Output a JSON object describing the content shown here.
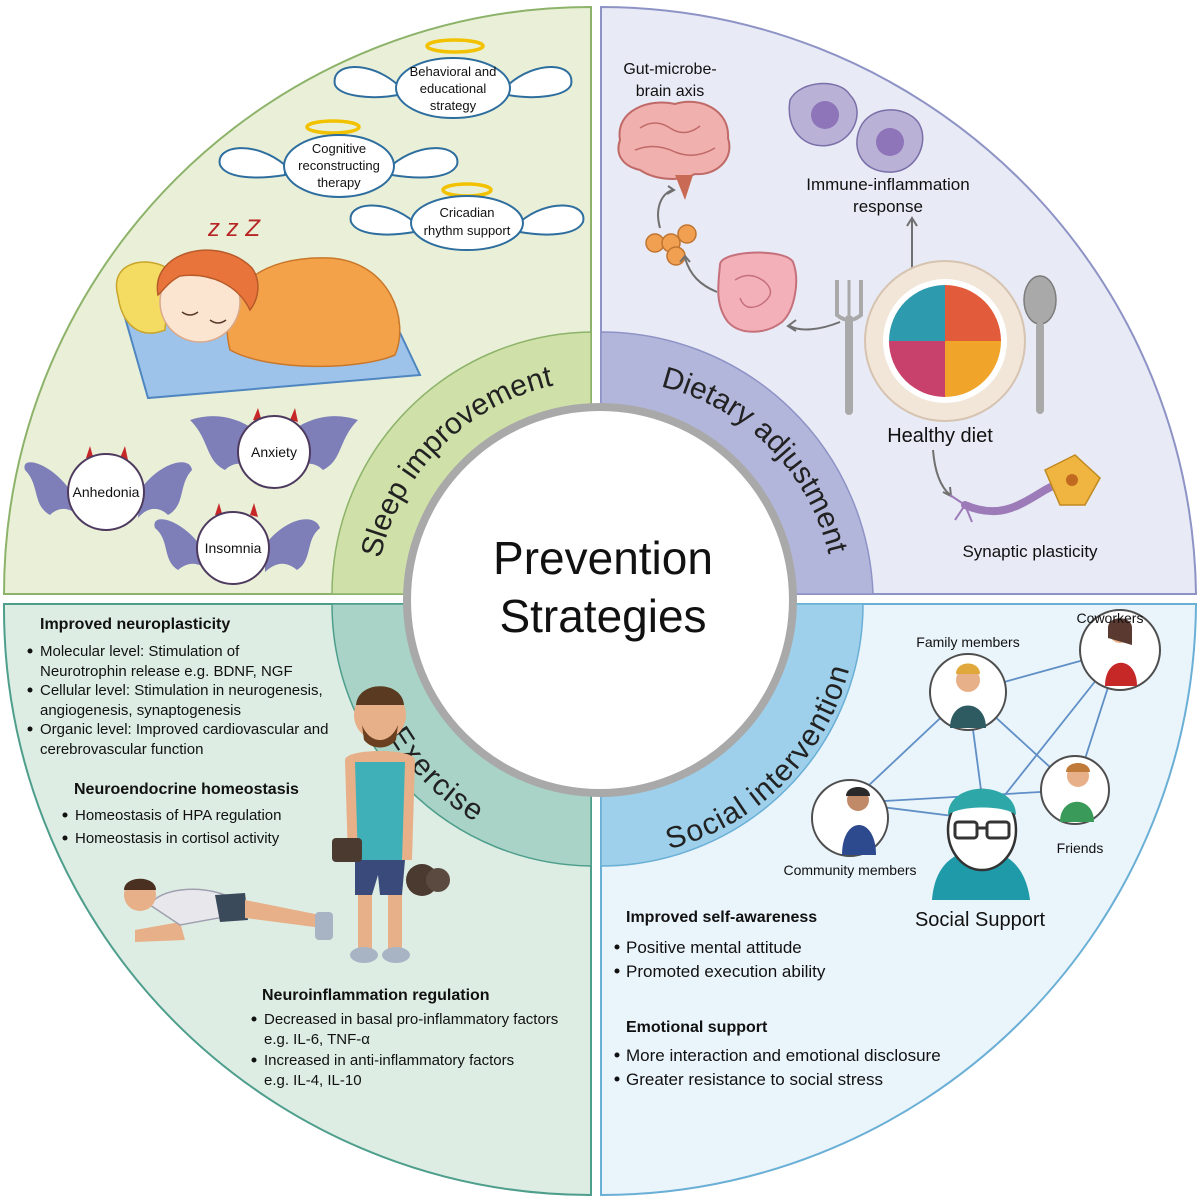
{
  "center": {
    "line1": "Prevention",
    "line2": "Strategies"
  },
  "quadrants": {
    "sleep": {
      "label": "Sleep improvement"
    },
    "diet": {
      "label": "Dietary adjustment"
    },
    "exercise": {
      "label": "Exercise"
    },
    "social": {
      "label": "Social intervention"
    }
  },
  "sleep": {
    "strategies": [
      [
        "Behavioral and",
        "educational",
        "strategy"
      ],
      [
        "Cognitive",
        "reconstructing",
        "therapy"
      ],
      [
        "Cricadian",
        "rhythm support"
      ]
    ],
    "zzz": "z z Z",
    "symptoms": [
      "Anxiety",
      "Anhedonia",
      "Insomnia"
    ]
  },
  "diet": {
    "gut_brain_1": "Gut-microbe-",
    "gut_brain_2": "brain axis",
    "immune_1": "Immune-inflammation",
    "immune_2": "response",
    "healthy": "Healthy diet",
    "synaptic": "Synaptic plasticity"
  },
  "exercise": {
    "neuroplasticity": {
      "title": "Improved neuroplasticity",
      "lines": [
        "Molecular level: Stimulation of",
        "Neurotrophin release e.g. BDNF, NGF",
        "Cellular level: Stimulation in neurogenesis,",
        "angiogenesis, synaptogenesis",
        "Organic level: Improved cardiovascular and",
        "cerebrovascular function"
      ]
    },
    "neuroendocrine": {
      "title": "Neuroendocrine homeostasis",
      "lines": [
        "Homeostasis of HPA regulation",
        "Homeostasis in cortisol activity"
      ]
    },
    "neuroinflammation": {
      "title": "Neuroinflammation regulation",
      "lines": [
        "Decreased in basal pro-inflammatory factors",
        "e.g. IL-6, TNF-α",
        "Increased in anti-inflammatory factors",
        "e.g. IL-4, IL-10"
      ]
    }
  },
  "social": {
    "network": {
      "family": "Family members",
      "coworkers": "Coworkers",
      "friends": "Friends",
      "community": "Community members",
      "support": "Social Support"
    },
    "self_awareness": {
      "title": "Improved self-awareness",
      "lines": [
        "Positive mental attitude",
        "Promoted execution ability"
      ]
    },
    "emotional": {
      "title": "Emotional support",
      "lines": [
        "More interaction and emotional disclosure",
        "Greater resistance to social stress"
      ]
    }
  },
  "colors": {
    "sleep_bg": "#EAF0D8",
    "sleep_band": "#CFE0A8",
    "diet_bg": "#E8EAF5",
    "diet_band": "#B3B6DB",
    "exercise_bg": "#DDEDE4",
    "exercise_band": "#A8D3C6",
    "social_bg": "#EAF4FB",
    "social_band": "#9ED0EB",
    "bat": "#7E7FB8"
  }
}
